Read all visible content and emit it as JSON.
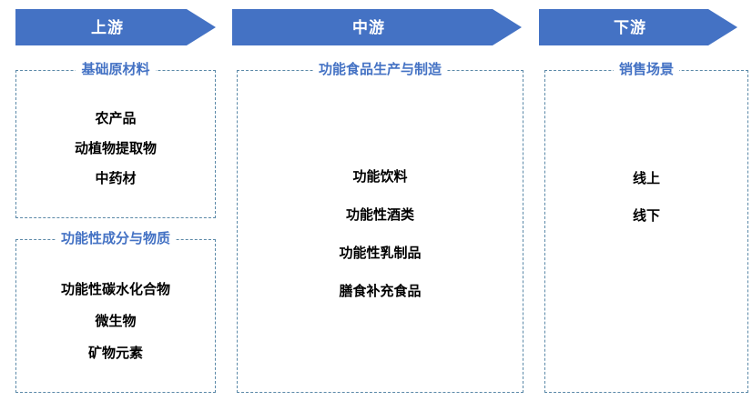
{
  "theme": {
    "banner_color": "#4472C4",
    "title_color": "#4472C4",
    "box_border_color": "#5B89A8",
    "item_color": "#000000",
    "background": "#ffffff"
  },
  "banners": [
    {
      "label": "上游"
    },
    {
      "label": "中游"
    },
    {
      "label": "下游"
    }
  ],
  "columns": [
    {
      "stage": "上游",
      "boxes": [
        {
          "title": "基础原材料",
          "items": [
            "农产品",
            "动植物提取物",
            "中药材"
          ]
        },
        {
          "title": "功能性成分与物质",
          "items": [
            "功能性碳水化合物",
            "微生物",
            "矿物元素"
          ]
        }
      ]
    },
    {
      "stage": "中游",
      "boxes": [
        {
          "title": "功能食品生产与制造",
          "items": [
            "功能饮料",
            "功能性酒类",
            "功能性乳制品",
            "膳食补充食品"
          ]
        }
      ]
    },
    {
      "stage": "下游",
      "boxes": [
        {
          "title": "销售场景",
          "items": [
            "线上",
            "线下"
          ]
        }
      ]
    }
  ]
}
